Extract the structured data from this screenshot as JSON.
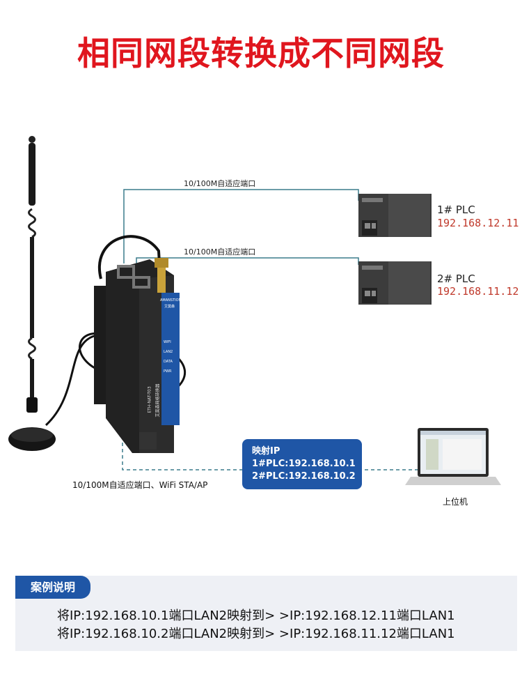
{
  "title": "相同网段转换成不同网段",
  "colors": {
    "title": "#e0161e",
    "accent": "#1f56a6",
    "ip": "#c0392b",
    "wire": "#3a7b8c"
  },
  "links": {
    "top": "10/100M自适应端口",
    "middle": "10/100M自适应端口"
  },
  "device": {
    "brand": "AMANSTION",
    "brand_cn": "艾莫森",
    "leds": [
      "WIFI",
      "LAN2",
      "DATA",
      "PWR"
    ],
    "model": "ETH-NAT-T03",
    "model_cn": "艾莫森网络转换器",
    "caption": "10/100M自适应端口、WiFi STA/AP"
  },
  "plcs": [
    {
      "name": "1# PLC",
      "ip": "192.168.12.11"
    },
    {
      "name": "2# PLC",
      "ip": "192.168.11.12"
    }
  ],
  "mapping": {
    "heading": "映射IP",
    "lines": [
      "1#PLC:192.168.10.1",
      "2#PLC:192.168.10.2"
    ]
  },
  "host": {
    "caption": "上位机"
  },
  "case": {
    "label": "案例说明",
    "rows": [
      "将IP:192.168.10.1端口LAN2映射到> >IP:192.168.12.11端口LAN1",
      "将IP:192.168.10.2端口LAN2映射到> >IP:192.168.11.12端口LAN1"
    ]
  }
}
